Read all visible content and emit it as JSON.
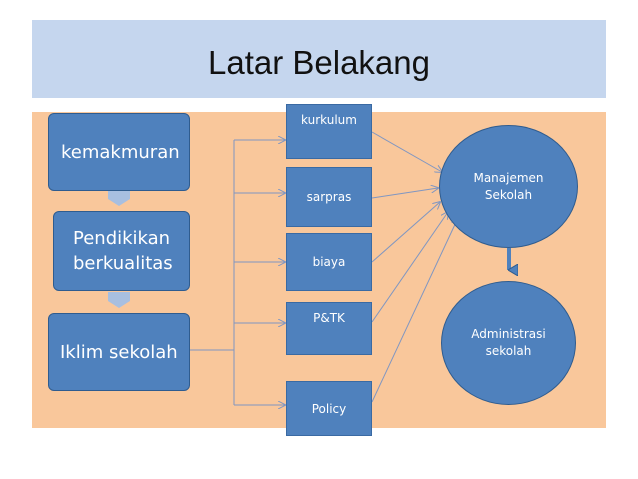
{
  "title": "Latar Belakang",
  "nodes": {
    "kemakmuran": "kemakmuran",
    "pendidikan_line1": "Pendikikan",
    "pendidikan_line2": "berkualitas",
    "iklim": "Iklim sekolah",
    "kurkulum": "kurkulum",
    "sarpras": "sarpras",
    "biaya": "biaya",
    "ptk": "P&TK",
    "policy": "Policy",
    "manajemen_line1": "Manajemen",
    "manajemen_line2": "Sekolah",
    "administrasi_line1": "Administrasi",
    "administrasi_line2": "sekolah"
  },
  "colors": {
    "title_band": "#c5d6ee",
    "content_band": "#f9c79b",
    "node_fill": "#4f81bd",
    "connector": "#7f96c2",
    "chevron": "#a8bfe0"
  }
}
